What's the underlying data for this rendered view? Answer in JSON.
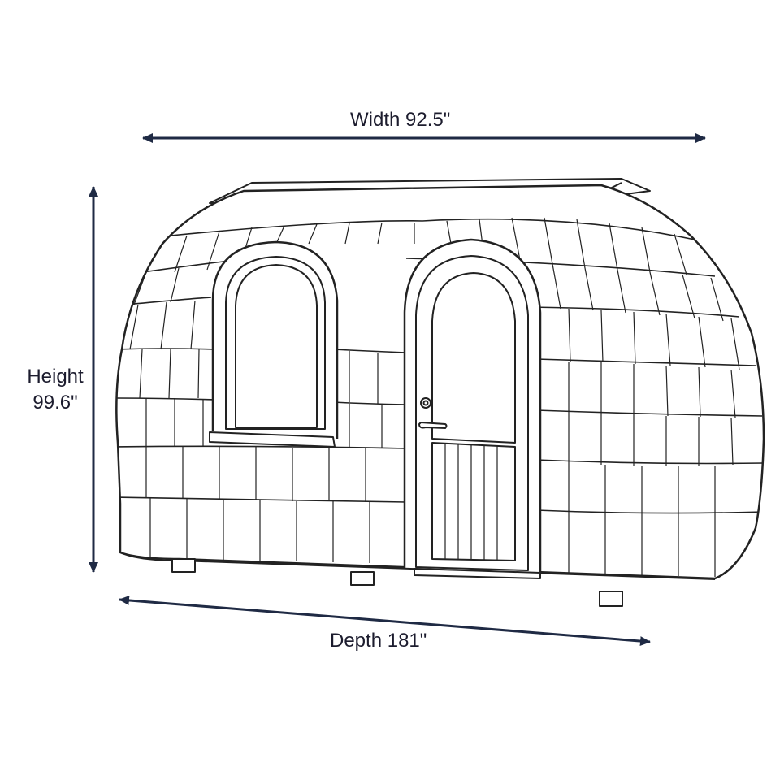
{
  "dimensions": {
    "width": {
      "label": "Width",
      "value": "92.5\""
    },
    "height": {
      "label": "Height",
      "value": "99.6\""
    },
    "depth": {
      "label": "Depth",
      "value": "181\""
    }
  },
  "colors": {
    "arrow": "#1f2a44",
    "outline": "#222222",
    "background": "#ffffff"
  }
}
